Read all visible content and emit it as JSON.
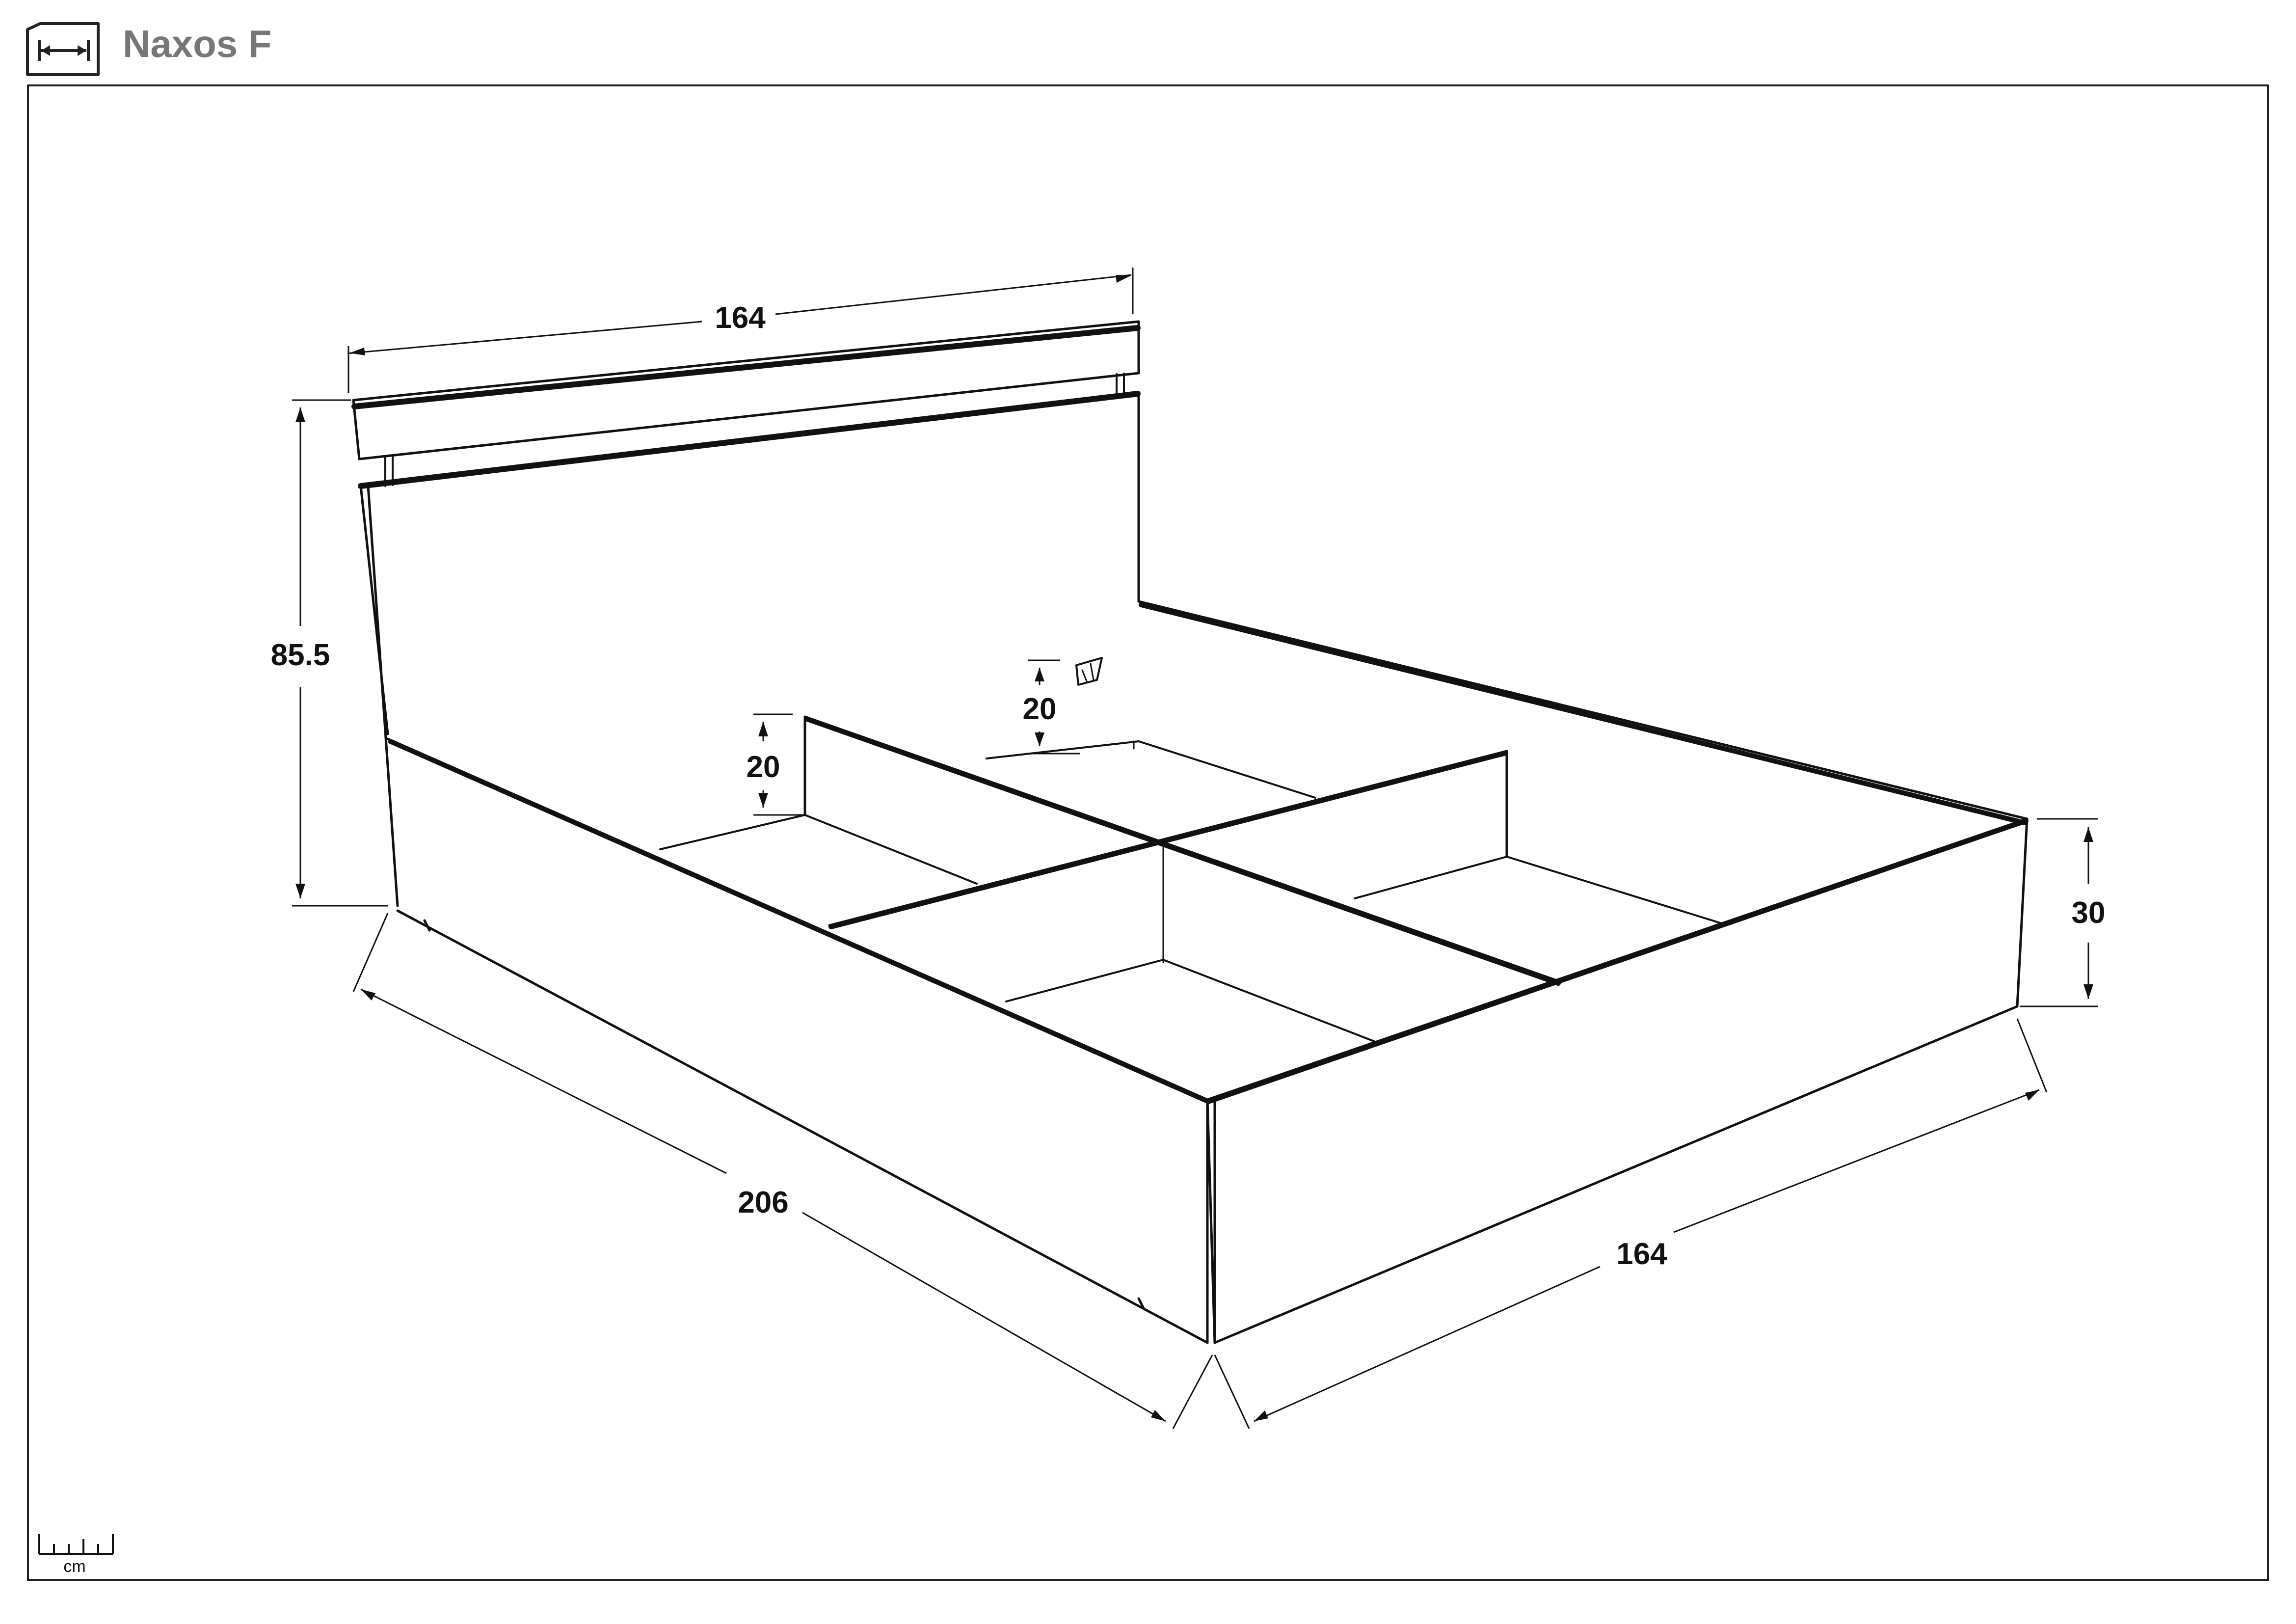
{
  "header": {
    "icon": "dimensions-arrow-icon",
    "title": "Naxos F"
  },
  "dimensions": {
    "headboard_width": "164",
    "headboard_height": "85.5",
    "inner_depth_left": "20",
    "inner_depth_right": "20",
    "frame_height": "30",
    "length": "206",
    "width": "164"
  },
  "legend": {
    "icon": "ruler-icon",
    "unit": "cm"
  }
}
